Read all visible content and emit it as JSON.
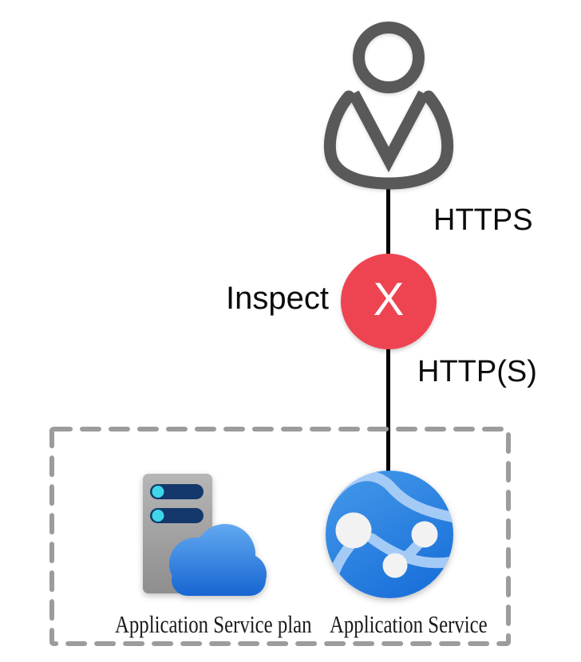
{
  "diagram": {
    "type": "azure-app-service-architecture",
    "edge_labels": {
      "top": "HTTPS",
      "bottom": "HTTP(S)"
    },
    "inspect": {
      "label": "Inspect",
      "marker": "X"
    },
    "boundary_items": [
      {
        "label": "Application Service plan",
        "icon": "app-service-plan-icon"
      },
      {
        "label": "Application Service",
        "icon": "app-service-icon"
      }
    ],
    "icons": {
      "user": "person-icon"
    },
    "colors": {
      "person_gray": "#595959",
      "connector_black": "#000000",
      "inspect_circle_red": "#EE4452",
      "inspect_x_white": "#FFFFFF",
      "boundary_dash_gray": "#9C9C9C",
      "globe_blue": "#2E86E2",
      "globe_arc_light_blue": "#A4CBF6",
      "globe_node_white": "#F2F2F2",
      "server_gray": "#A6A6A6",
      "server_slot_navy": "#14386B",
      "server_dot_cyan": "#40D6EA",
      "cloud_blue": "#1765D2",
      "caption_text": "#1A1A1A"
    }
  }
}
